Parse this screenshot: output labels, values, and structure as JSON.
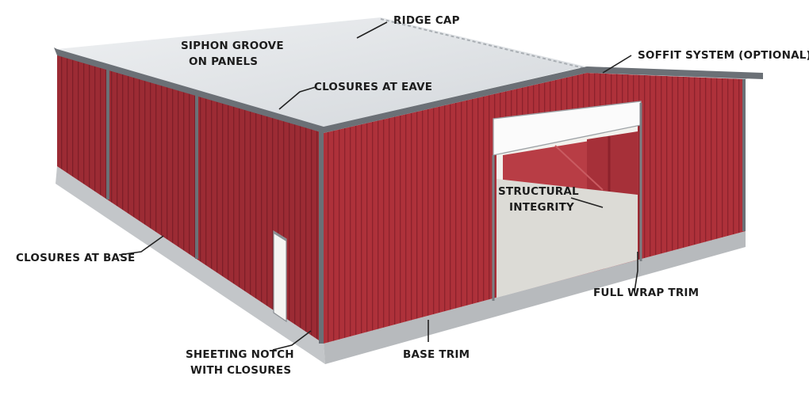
{
  "labels": {
    "ridge_cap": "RIDGE CAP",
    "siphon_groove": [
      "SIPHON GROOVE",
      "ON PANELS"
    ],
    "soffit_system": "SOFFIT SYSTEM (OPTIONAL)",
    "closures_eave": "CLOSURES AT EAVE",
    "structural_integrity": [
      "STRUCTURAL",
      "INTEGRITY"
    ],
    "closures_base": "CLOSURES AT BASE",
    "full_wrap_trim": "FULL WRAP TRIM",
    "sheeting_notch": [
      "SHEETING NOTCH",
      "WITH CLOSURES"
    ],
    "base_trim": "BASE TRIM"
  },
  "colors": {
    "wall_red": "#b0323a",
    "wall_red_dark": "#8f2530",
    "roof": "#e4e7ea",
    "trim": "#6b7076",
    "base_slab": "#c9cbce",
    "door_white": "#f4f4f2",
    "interior_floor": "#d9d8d4"
  },
  "icons": [
    "building-illustration"
  ]
}
